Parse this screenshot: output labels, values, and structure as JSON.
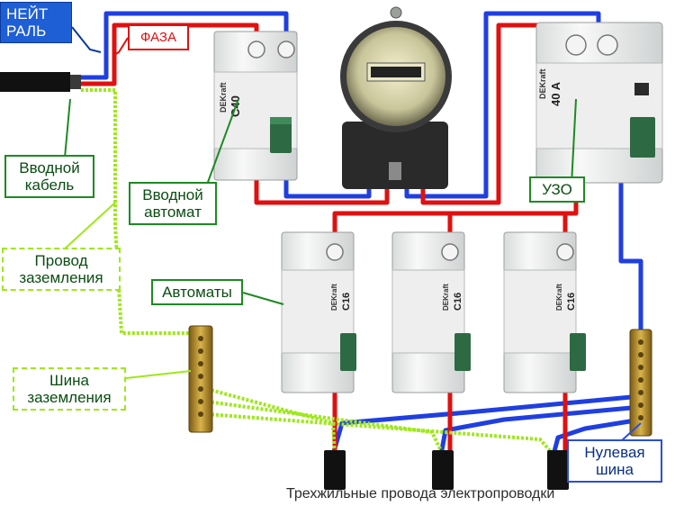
{
  "labels": {
    "neutral": [
      "НЕЙТ",
      "РАЛЬ"
    ],
    "phase": "ФАЗА",
    "input_cable": [
      "Вводной",
      "кабель"
    ],
    "input_breaker": [
      "Вводной",
      "автомат"
    ],
    "rcd": "УЗО",
    "ground_wire": [
      "Провод",
      "заземления"
    ],
    "breakers": "Автоматы",
    "ground_bus": [
      "Шина",
      "заземления"
    ],
    "neutral_bus": [
      "Нулевая",
      "шина"
    ],
    "caption": "Трехжильные провода электропроводки"
  },
  "devices": {
    "brand": "DEKraft",
    "input_breaker_rating": "C40",
    "rcd_rating": "40 A",
    "branch_rating": "C16"
  },
  "colors": {
    "phase": "#e01010",
    "neutral": "#1f3fe0",
    "ground": "#9ee81a",
    "label_green": "#1d8a22",
    "label_blue": "#1f5fd6",
    "bus_brass": "#b8902a"
  }
}
